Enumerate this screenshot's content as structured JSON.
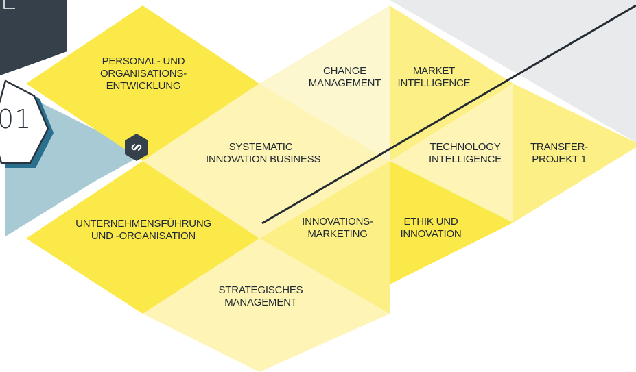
{
  "module_number": "01",
  "modules": [
    {
      "id": "personal",
      "lines": [
        "PERSONAL- UND",
        "ORGANISATIONS-",
        "ENTWICKLUNG"
      ]
    },
    {
      "id": "change",
      "lines": [
        "CHANGE",
        "MANAGEMENT"
      ]
    },
    {
      "id": "market",
      "lines": [
        "MARKET",
        "INTELLIGENCE"
      ]
    },
    {
      "id": "systematic",
      "lines": [
        "SYSTEMATIC",
        "INNOVATION BUSINESS"
      ]
    },
    {
      "id": "technology",
      "lines": [
        "TECHNOLOGY",
        "INTELLIGENCE"
      ]
    },
    {
      "id": "transfer",
      "lines": [
        "TRANSFER-",
        "PROJEKT 1"
      ]
    },
    {
      "id": "unternehmen",
      "lines": [
        "UNTERNEHMENSFÜHRUNG",
        "UND -ORGANISATION"
      ]
    },
    {
      "id": "innovationsmarketing",
      "lines": [
        "INNOVATIONS-",
        "MARKETING"
      ]
    },
    {
      "id": "ethik",
      "lines": [
        "ETHIK UND",
        "INNOVATION"
      ]
    },
    {
      "id": "strategisches",
      "lines": [
        "STRATEGISCHES",
        "MANAGEMENT"
      ]
    }
  ],
  "icons": {
    "link": "link-icon"
  },
  "colors": {
    "yellow_strong": "#fbe94a",
    "yellow_mid": "#fcef86",
    "yellow_light": "#fdf4b6",
    "yellow_pale": "#fdf7cf",
    "gray_bg": "#e8eaec",
    "dark": "#36404a",
    "blue": "#a7cad5",
    "blue_dark": "#2b6f8e",
    "line": "#232b33"
  }
}
